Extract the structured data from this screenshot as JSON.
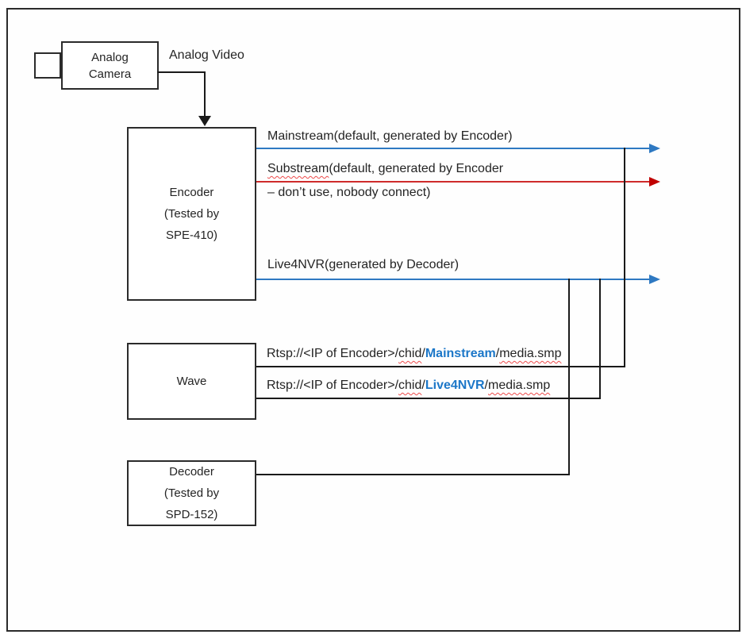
{
  "colors": {
    "line_blue": "#2e79c2",
    "line_red": "#cf2b2b",
    "arrow_red": "#c00000",
    "stream_word_blue": "#1c77c8",
    "squiggle_red": "#ee4b4b",
    "connector_black": "#1a1a1a"
  },
  "camera": {
    "label": "Analog\nCamera"
  },
  "analog_video": {
    "label": "Analog Video"
  },
  "encoder": {
    "label": "Encoder\n(Tested by\nSPE-410)"
  },
  "wave": {
    "label": "Wave"
  },
  "decoder": {
    "label": "Decoder\n(Tested by\nSPD-152)"
  },
  "streams": {
    "mainstream": {
      "label": "Mainstream(default, generated by Encoder)"
    },
    "substream": {
      "word": "Substream",
      "rest": "(default, generated by Encoder",
      "line2": "– don’t use, nobody connect)"
    },
    "live4nvr": {
      "label": "Live4NVR(generated by Decoder)"
    }
  },
  "urls": {
    "mainstream": {
      "prefix": "Rtsp://<IP of Encoder>/",
      "chid": "chid",
      "sep1": "/",
      "stream": "Mainstream",
      "sep2": "/",
      "file": "media.smp"
    },
    "live4nvr": {
      "prefix": "Rtsp://<IP of Encoder>/",
      "chid": "chid",
      "sep1": "/",
      "stream": "Live4NVR",
      "sep2": "/",
      "file": "media.smp"
    }
  }
}
